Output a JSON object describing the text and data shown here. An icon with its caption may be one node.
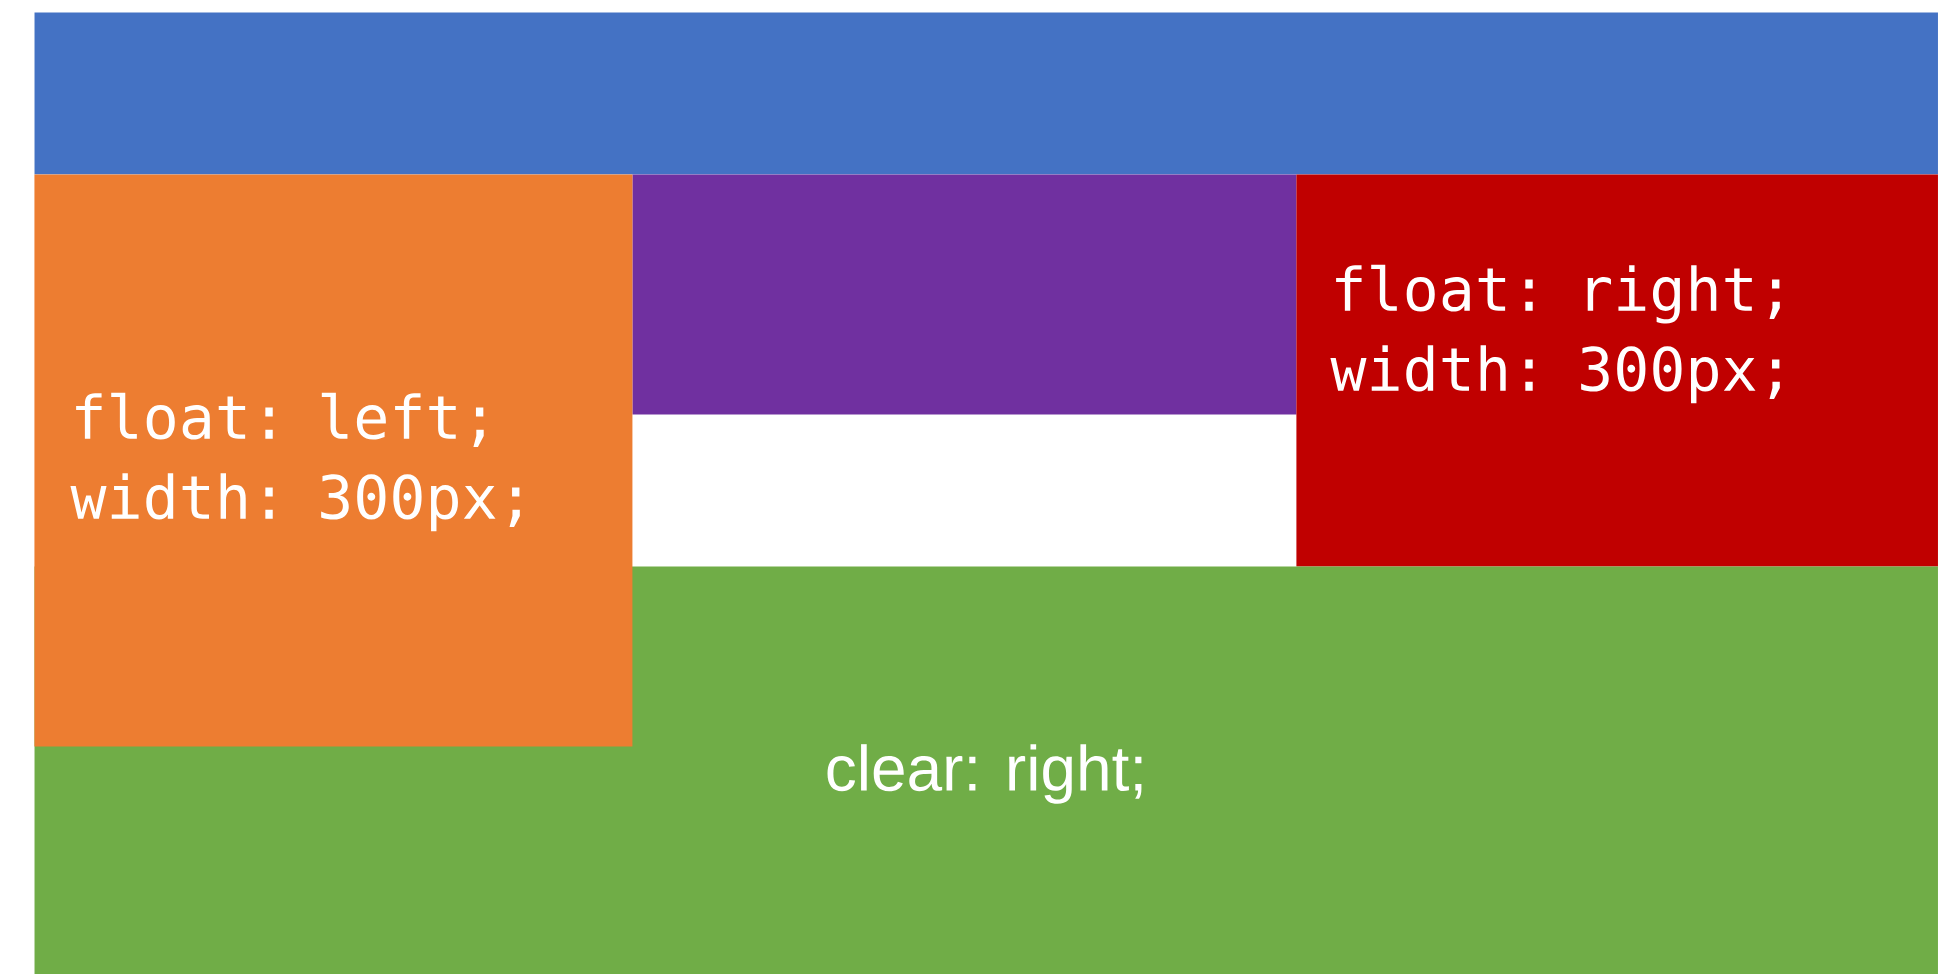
{
  "diagram": {
    "nodes": [
      {
        "text": [],
        "shape": "box"
      },
      {
        "text": [
          "float: left; width: 300px;"
        ]
      },
      {
        "text": [],
        "shape": "box"
      },
      {
        "text": [
          "float: right; width: 300px;"
        ]
      },
      {
        "text": [
          "clear: right;"
        ]
      }
    ]
  }
}
